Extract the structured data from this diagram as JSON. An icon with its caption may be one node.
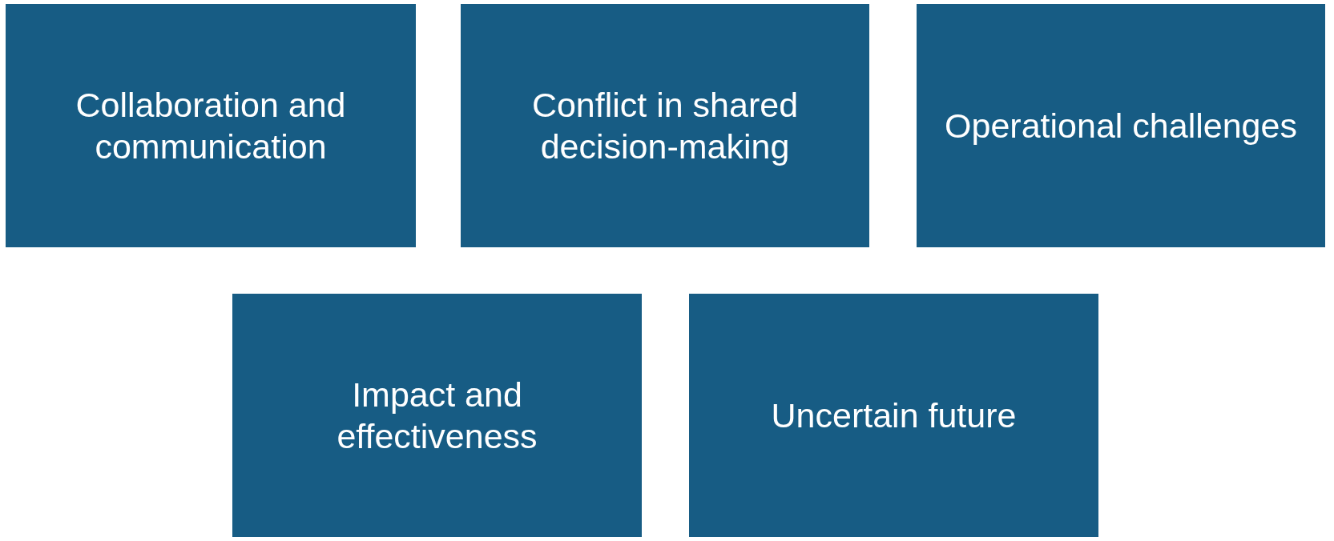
{
  "diagram": {
    "nodes": [
      {
        "text": [
          "Collaboration and communication"
        ]
      },
      {
        "text": [
          "Conflict in shared decision-making"
        ]
      },
      {
        "text": [
          "Operational challenges"
        ]
      },
      {
        "text": [
          "Impact and effectiveness"
        ]
      },
      {
        "text": [
          "Uncertain future"
        ]
      }
    ]
  }
}
